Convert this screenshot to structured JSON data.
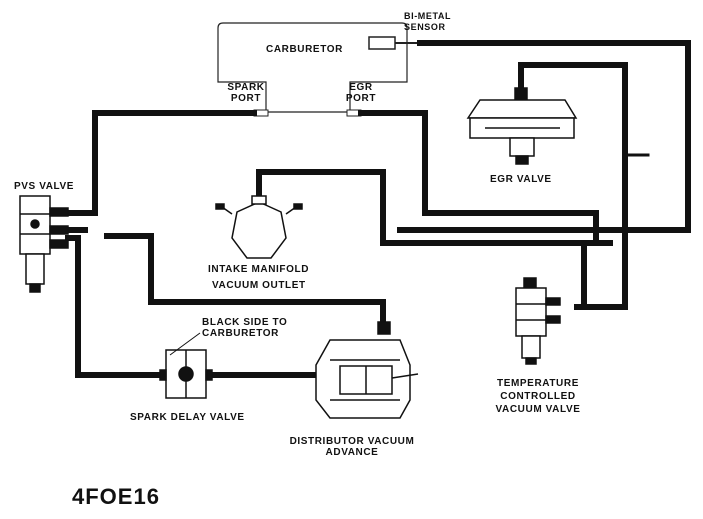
{
  "labels": {
    "bimetal_sensor": "BI-METAL\nSENSOR",
    "carburetor": "CARBURETOR",
    "spark_port": "SPARK\nPORT",
    "egr_port": "EGR\nPORT",
    "pvs_valve": "PVS VALVE",
    "egr_valve": "EGR VALVE",
    "intake_manifold": "INTAKE MANIFOLD",
    "vacuum_outlet": "VACUUM OUTLET",
    "black_side": "BLACK SIDE TO\nCARBURETOR",
    "spark_delay_valve": "SPARK DELAY VALVE",
    "distributor_vacuum_advance": "DISTRIBUTOR VACUUM\nADVANCE",
    "temperature_controlled_vacuum_valve": "TEMPERATURE\nCONTROLLED\nVACUUM VALVE",
    "figure_code": "4FOE16"
  }
}
